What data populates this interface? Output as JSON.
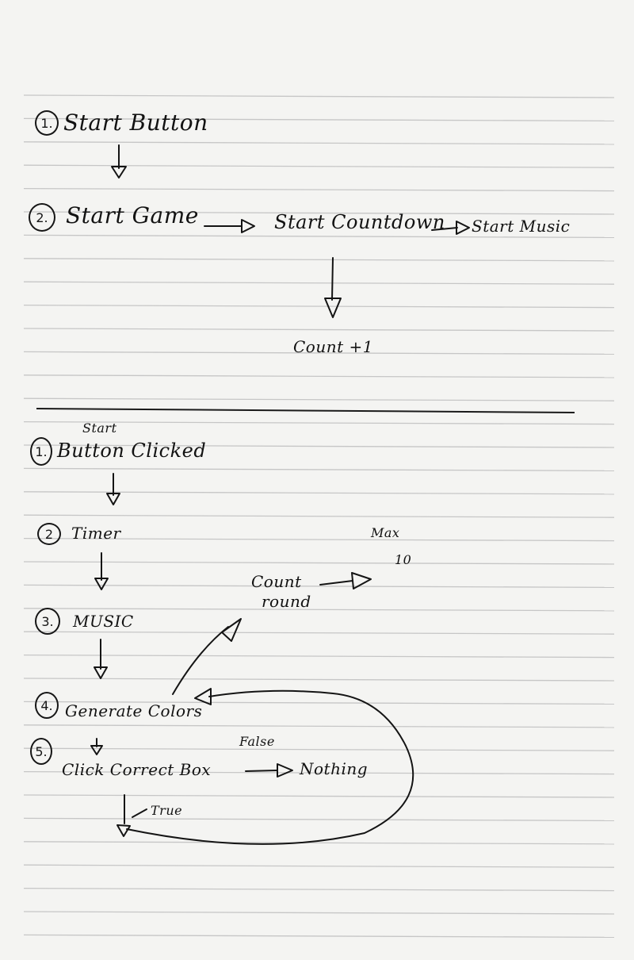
{
  "section1": {
    "step1": {
      "number": "1.",
      "label": "Start Button"
    },
    "step2": {
      "number": "2.",
      "label": "Start Game"
    },
    "countdown": "Start Countdown",
    "music": "Start Music",
    "count": "Count +1"
  },
  "section2": {
    "step1": {
      "number": "1.",
      "label": "Button Clicked",
      "note": "Start"
    },
    "step2": {
      "number": "2",
      "label": "Timer"
    },
    "step3": {
      "number": "3.",
      "label": "MUSIC"
    },
    "step4": {
      "number": "4.",
      "label": "Generate Colors"
    },
    "step5": {
      "number": "5.",
      "label": "Click Correct Box"
    },
    "count_round": [
      "Count",
      "round"
    ],
    "max": "Max",
    "max_value": "10",
    "false_label": "False",
    "nothing": "Nothing",
    "true_label": "True"
  },
  "colors": {
    "paper": "#f4f4f2",
    "ruled_line": "#c6c6c6",
    "ink": "#121212"
  }
}
